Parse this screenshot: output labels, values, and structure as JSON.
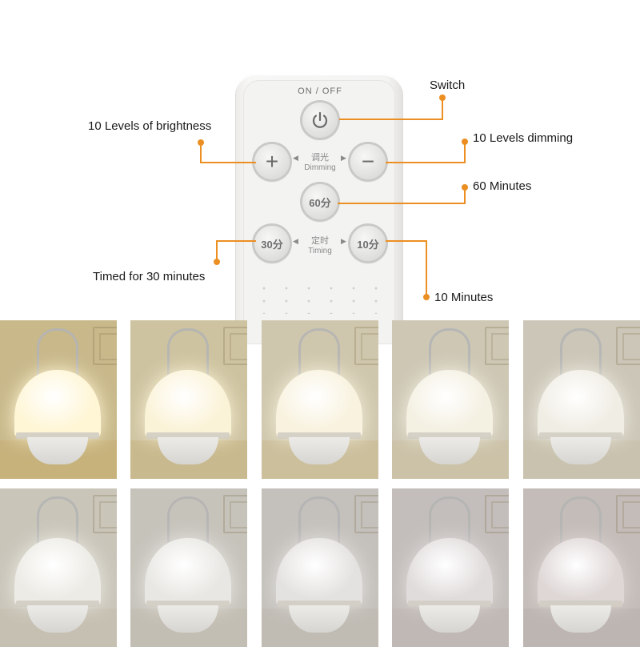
{
  "remote": {
    "on_off_label": "ON / OFF",
    "power_icon": "power-icon",
    "plus_symbol": "+",
    "minus_symbol": "−",
    "dimming_cn": "调光",
    "dimming_en": "Dimming",
    "timer_60": "60分",
    "timer_30": "30分",
    "timer_10": "10分",
    "timing_cn": "定时",
    "timing_en": "Timing"
  },
  "callouts": {
    "switch": "Switch",
    "brightness": "10 Levels of brightness",
    "dimming": "10 Levels dimming",
    "sixty": "60 Minutes",
    "thirty": "Timed for 30 minutes",
    "ten": "10 Minutes"
  },
  "colors": {
    "accent": "#ec8f22"
  },
  "photos": [
    {
      "wall": "#c8b88a",
      "shade": "#fff6d6",
      "table": "#c7b27c"
    },
    {
      "wall": "#cdc3a0",
      "shade": "#fbf3d8",
      "table": "#c9b98e"
    },
    {
      "wall": "#cfc7ad",
      "shade": "#f8f2de",
      "table": "#cbbf9c"
    },
    {
      "wall": "#cdc7b4",
      "shade": "#f4f0e2",
      "table": "#cbc2a8"
    },
    {
      "wall": "#cbc6b7",
      "shade": "#f0ede4",
      "table": "#c9c2ae"
    },
    {
      "wall": "#c9c5b9",
      "shade": "#ecebe5",
      "table": "#c6c0b2"
    },
    {
      "wall": "#c6c3bb",
      "shade": "#e8e7e3",
      "table": "#c3beb3"
    },
    {
      "wall": "#c4c1bc",
      "shade": "#e4e2e0",
      "table": "#c0bcb4"
    },
    {
      "wall": "#c3bebb",
      "shade": "#e1dcdc",
      "table": "#bfb8b4"
    },
    {
      "wall": "#c3bcb8",
      "shade": "#ded7d6",
      "table": "#bdb5b1"
    }
  ]
}
